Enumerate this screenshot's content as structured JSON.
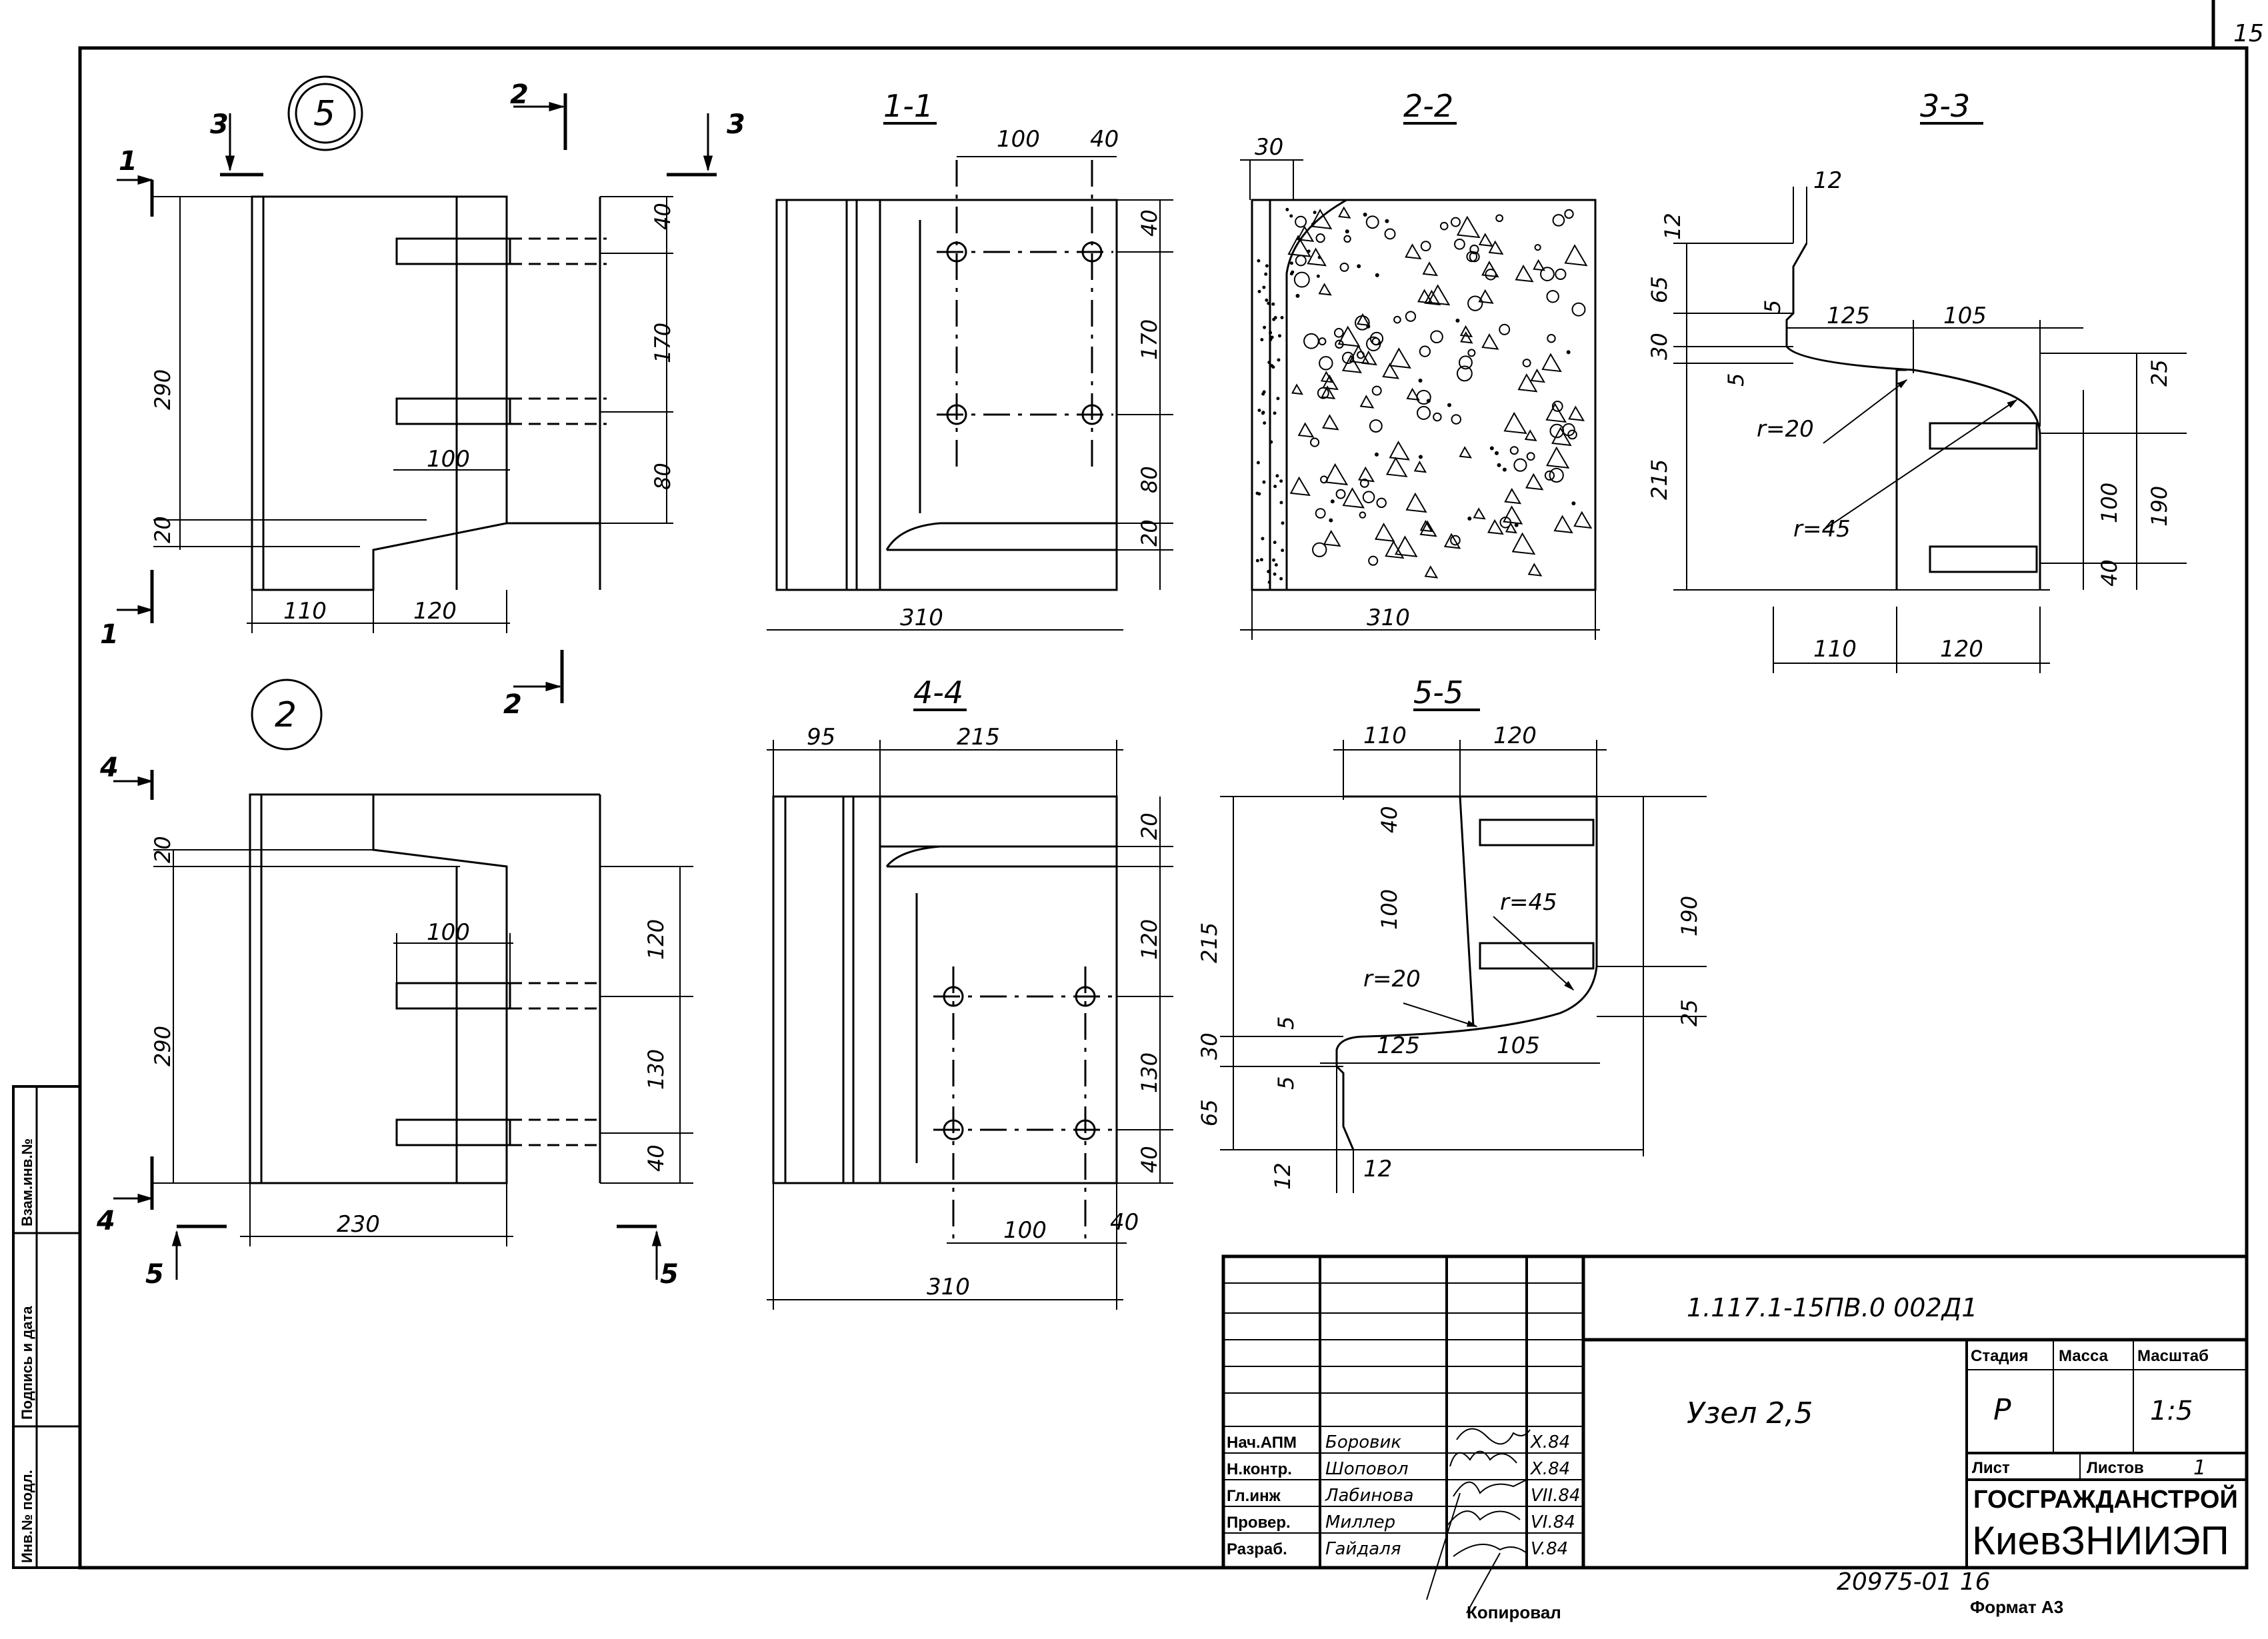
{
  "page_number": "15",
  "views": {
    "node5": "5",
    "node2": "2",
    "sec11": "1-1",
    "sec22": "2-2",
    "sec33": "3-3",
    "sec44": "4-4",
    "sec55": "5-5"
  },
  "cut_labels": {
    "one": "1",
    "two": "2",
    "three": "3",
    "four": "4",
    "five": "5"
  },
  "dims": {
    "d40": "40",
    "d170": "170",
    "d80": "80",
    "d20": "20",
    "d290": "290",
    "d100": "100",
    "d110": "110",
    "d120": "120",
    "d310": "310",
    "d30": "30",
    "d12": "12",
    "d65": "65",
    "d5": "5",
    "d125": "125",
    "d105": "105",
    "d215": "215",
    "d25": "25",
    "d190": "190",
    "d95": "95",
    "d230": "230",
    "d130": "130",
    "r20": "r=20",
    "r45": "r=45"
  },
  "title_block": {
    "doc_code": "1.117.1-15ПВ.0  002Д1",
    "title": "Узел 2,5",
    "col_stage": "Стадия",
    "col_mass": "Масса",
    "col_scale": "Масштаб",
    "stage": "Р",
    "scale": "1:5",
    "sheet_label": "Лист",
    "sheets_label": "Листов",
    "sheets_value": "1",
    "org1": "ГОСГРАЖДАНСТРОЙ",
    "org2": "КиевЗНИИЭП",
    "staff": [
      {
        "role": "Нач.АПМ",
        "name": "Боровик",
        "date": "X.84"
      },
      {
        "role": "Н.контр.",
        "name": "Шоповол",
        "date": "X.84"
      },
      {
        "role": "Гл.инж",
        "name": "Лабинова",
        "date": "VII.84"
      },
      {
        "role": "Провер.",
        "name": "Миллер",
        "date": "VI.84"
      },
      {
        "role": "Разраб.",
        "name": "Гайдаля",
        "date": "V.84"
      }
    ]
  },
  "side_stamp": {
    "inv_no": "Инв.№ подл.",
    "sign_date": "Подпись и дата",
    "replace_inv": "Взам.инв.№"
  },
  "footer": {
    "copied": "Копировал",
    "format": "Формат А3",
    "archive_no": "20975-01  16"
  },
  "colors": {
    "ink": "#000000",
    "paper": "#ffffff"
  }
}
